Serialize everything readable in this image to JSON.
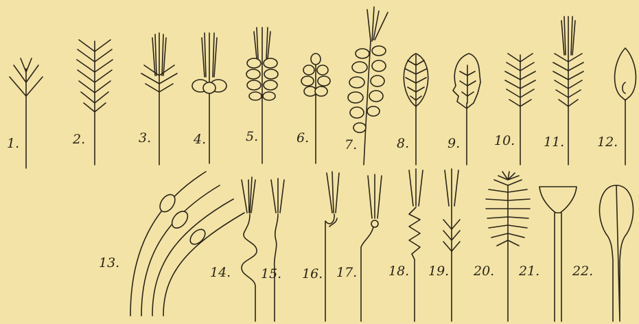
{
  "plate": {
    "background_color": "#f3e3a6",
    "ink_color": "#2a2418",
    "figures": [
      {
        "label": "1.",
        "icon": "forked-hair-icon"
      },
      {
        "label": "2.",
        "icon": "feather-hair-icon"
      },
      {
        "label": "3.",
        "icon": "tufted-branched-hair-icon"
      },
      {
        "label": "4.",
        "icon": "tufted-lobed-hair-icon"
      },
      {
        "label": "5.",
        "icon": "tufted-scaled-hair-icon"
      },
      {
        "label": "6.",
        "icon": "lobed-tip-hair-icon"
      },
      {
        "label": "7.",
        "icon": "tufted-leafy-hair-icon"
      },
      {
        "label": "8.",
        "icon": "lanceolate-hair-icon"
      },
      {
        "label": "9.",
        "icon": "serrate-leaf-hair-icon"
      },
      {
        "label": "10.",
        "icon": "pinnate-hair-icon"
      },
      {
        "label": "11.",
        "icon": "tufted-pinnate-hair-icon"
      },
      {
        "label": "12.",
        "icon": "spatulate-hair-icon"
      },
      {
        "label": "13.",
        "icon": "nodose-hairs-icon"
      },
      {
        "label": "14.",
        "icon": "wavy-tufted-hair-icon"
      },
      {
        "label": "15.",
        "icon": "bent-tufted-hair-icon"
      },
      {
        "label": "16.",
        "icon": "hooked-tufted-hair-icon"
      },
      {
        "label": "17.",
        "icon": "knobbed-tufted-hair-icon"
      },
      {
        "label": "18.",
        "icon": "zigzag-tufted-hair-icon"
      },
      {
        "label": "19.",
        "icon": "chevron-tufted-hair-icon"
      },
      {
        "label": "20.",
        "icon": "plumose-hair-icon"
      },
      {
        "label": "21.",
        "icon": "cup-hair-icon"
      },
      {
        "label": "22.",
        "icon": "club-hair-icon"
      }
    ]
  }
}
